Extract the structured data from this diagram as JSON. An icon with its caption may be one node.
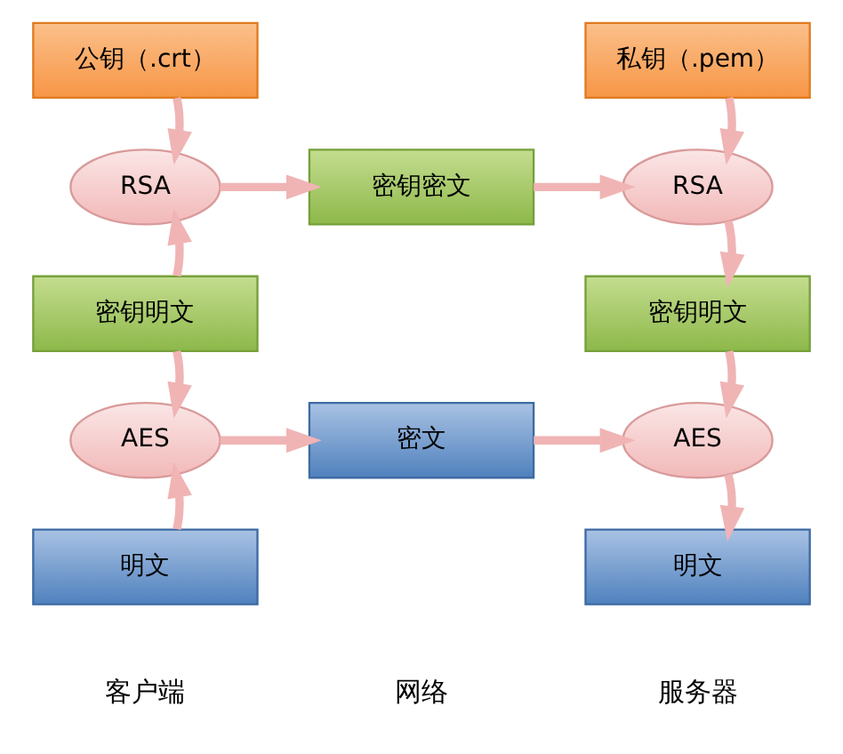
{
  "diagram": {
    "nodes": [
      {
        "text": [
          "公钥（.crt）"
        ]
      },
      {
        "text": [
          "RSA"
        ]
      },
      {
        "text": [
          "密钥明文"
        ]
      },
      {
        "text": [
          "AES"
        ]
      },
      {
        "text": [
          "明文"
        ]
      },
      {
        "text": [
          "密钥密文"
        ]
      },
      {
        "text": [
          "密文"
        ]
      },
      {
        "text": [
          "私钥（.pem）"
        ]
      },
      {
        "text": [
          "RSA"
        ]
      },
      {
        "text": [
          "密钥明文"
        ]
      },
      {
        "text": [
          "AES"
        ]
      },
      {
        "text": [
          "明文"
        ]
      }
    ],
    "edges": [
      {
        "from": 0,
        "to": 1,
        "arrow": "to"
      },
      {
        "from": 2,
        "to": 1,
        "arrow": "to"
      },
      {
        "from": 1,
        "to": 5,
        "arrow": "to"
      },
      {
        "from": 5,
        "to": 8,
        "arrow": "to"
      },
      {
        "from": 7,
        "to": 8,
        "arrow": "to"
      },
      {
        "from": 8,
        "to": 9,
        "arrow": "to"
      },
      {
        "from": 2,
        "to": 3,
        "arrow": "to"
      },
      {
        "from": 4,
        "to": 3,
        "arrow": "to"
      },
      {
        "from": 3,
        "to": 6,
        "arrow": "to"
      },
      {
        "from": 6,
        "to": 10,
        "arrow": "to"
      },
      {
        "from": 9,
        "to": 10,
        "arrow": "to"
      },
      {
        "from": 10,
        "to": 11,
        "arrow": "to"
      }
    ],
    "labels": [
      "客户端",
      "网络",
      "服务器"
    ]
  }
}
